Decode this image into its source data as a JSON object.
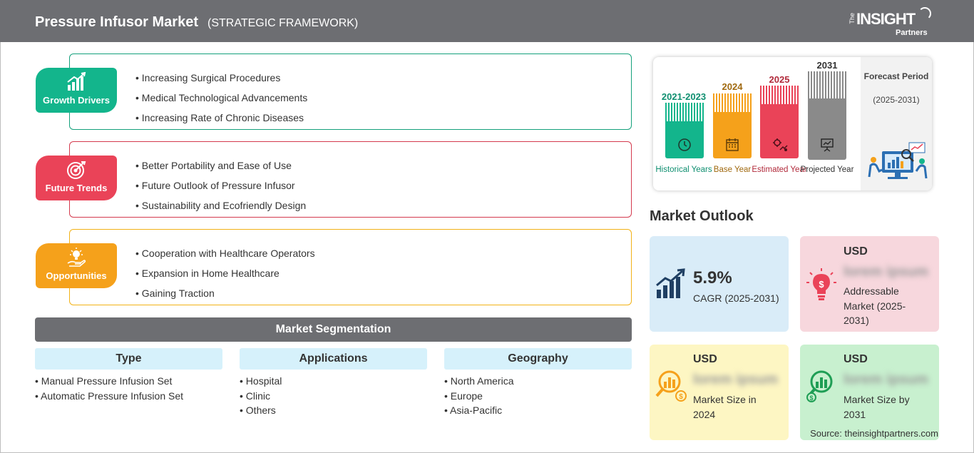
{
  "header": {
    "title": "Pressure Infusor Market",
    "subtitle": "(STRATEGIC FRAMEWORK)",
    "logo": {
      "the": "The",
      "insight": "INSIGHT",
      "partners": "Partners"
    }
  },
  "framework": [
    {
      "label": "Growth Drivers",
      "color": "#13b58c",
      "border": "#14a07c",
      "icon": "growth-chart-icon",
      "items": [
        "Increasing Surgical Procedures",
        "Medical Technological Advancements",
        "Increasing Rate of Chronic Diseases"
      ]
    },
    {
      "label": "Future Trends",
      "color": "#ea4358",
      "border": "#d43a4e",
      "icon": "target-icon",
      "items": [
        "Better Portability and Ease of Use",
        "Future Outlook of Pressure Infusor",
        "Sustainability and Ecofriendly Design"
      ]
    },
    {
      "label": "Opportunities",
      "color": "#f5a11b",
      "border": "#f2b217",
      "icon": "lightbulb-hand-icon",
      "items": [
        "Cooperation with Healthcare Operators",
        "Expansion in Home Healthcare",
        "Gaining Traction"
      ]
    }
  ],
  "segmentation": {
    "title": "Market Segmentation",
    "columns": [
      {
        "head": "Type",
        "items": [
          "Manual Pressure Infusion Set",
          "Automatic Pressure Infusion Set"
        ]
      },
      {
        "head": "Applications",
        "items": [
          "Hospital",
          "Clinic",
          "Others"
        ]
      },
      {
        "head": "Geography",
        "items": [
          "North America",
          "Europe",
          "Asia-Pacific"
        ]
      }
    ]
  },
  "timeline": {
    "bars": [
      {
        "year": "2021-2023",
        "label": "Historical Years",
        "color": "#13b58c",
        "text_color": "#0f8f70",
        "icon": "history-icon"
      },
      {
        "year": "2024",
        "label": "Base Year",
        "color": "#f5a11b",
        "text_color": "#a0690f",
        "icon": "calendar-icon"
      },
      {
        "year": "2025",
        "label": "Estimated Year",
        "color": "#ea4358",
        "text_color": "#b12a3b",
        "icon": "gear-chart-icon"
      },
      {
        "year": "2031",
        "label": "Projected Year",
        "color": "#8a8a8a",
        "text_color": "#333333",
        "icon": "presentation-icon"
      }
    ],
    "forecast_title": "Forecast Period",
    "forecast_range": "(2025-2031)"
  },
  "outlook": {
    "title": "Market Outlook",
    "cagr_value": "5.9%",
    "cagr_label": "CAGR (2025-2031)",
    "addressable_currency": "USD",
    "addressable_value": "lorem ipsum",
    "addressable_label": "Addressable Market (2025-2031)",
    "size2024_currency": "USD",
    "size2024_value": "lorem ipsum",
    "size2024_label": "Market Size in 2024",
    "size2031_currency": "USD",
    "size2031_value": "lorem ipsum",
    "size2031_label": "Market Size by 2031"
  },
  "source": "Source: theinsightpartners.com"
}
